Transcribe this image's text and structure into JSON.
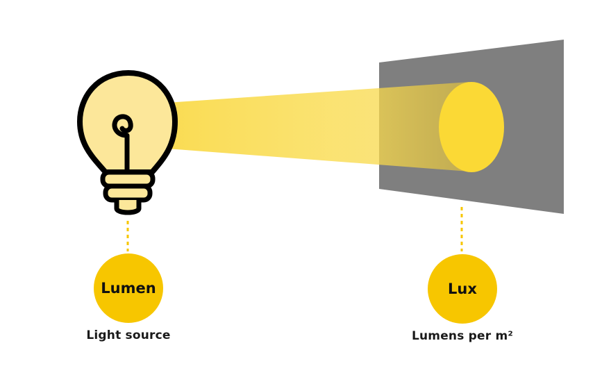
{
  "colors": {
    "accent_yellow": "#f7c600",
    "beam_yellow": "#f9da4a",
    "bulb_fill": "#fce79a",
    "spot_yellow": "#fbd935",
    "surface_gray": "#7f7f7f",
    "outline": "#000000"
  },
  "icons": {
    "bulb": "light-bulb-icon"
  },
  "lumen": {
    "label": "Lumen",
    "caption": "Light source"
  },
  "lux": {
    "label": "Lux",
    "caption": "Lumens per m²"
  }
}
